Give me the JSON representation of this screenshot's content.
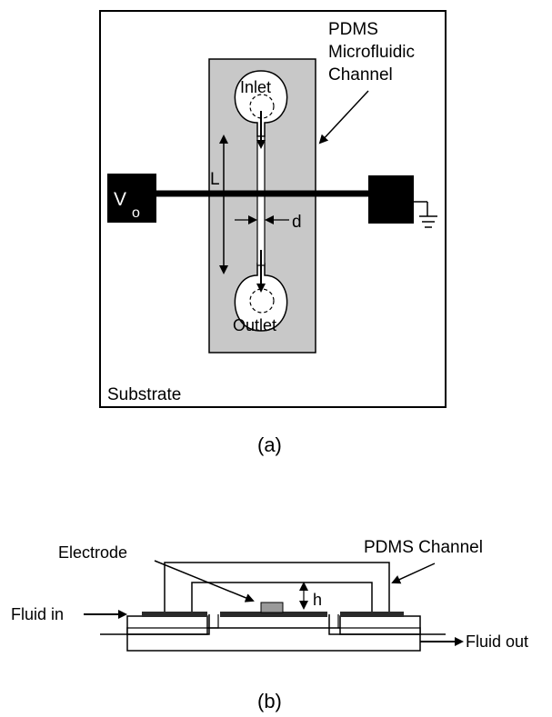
{
  "panel_a": {
    "channel_label_line1": "PDMS",
    "channel_label_line2": "Microfluidic",
    "channel_label_line3": "Channel",
    "inlet_label": "Inlet",
    "outlet_label": "Outlet",
    "length_label": "L",
    "width_label": "d",
    "voltage_label": "V",
    "voltage_subscript": "o",
    "substrate_label": "Substrate",
    "caption": "(a)"
  },
  "panel_b": {
    "electrode_label": "Electrode",
    "channel_label": "PDMS Channel",
    "height_label": "h",
    "fluid_in_label": "Fluid in",
    "fluid_out_label": "Fluid out",
    "caption": "(b)"
  },
  "colors": {
    "pdms_gray": "#c8c8c8",
    "electrode_gray": "#9a9a9a",
    "ink": "#000000",
    "background": "#ffffff"
  }
}
